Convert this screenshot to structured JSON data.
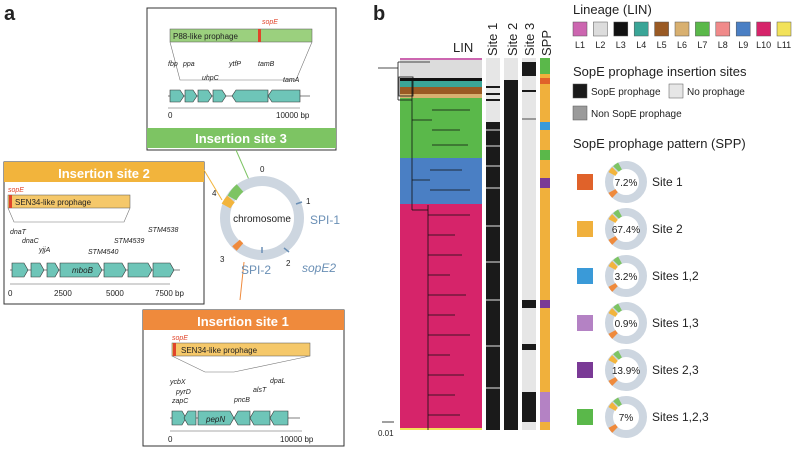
{
  "panel_a": {
    "label": "a",
    "site3": {
      "title": "Insertion site 3",
      "prophage": "P88-like prophage",
      "sopE": "sopE",
      "genes": [
        "fbp",
        "ppa",
        "uhpC",
        "ytfP",
        "tamB",
        "tamA"
      ],
      "scale": [
        "0",
        "10000 bp"
      ]
    },
    "site2": {
      "title": "Insertion site 2",
      "prophage": "SEN34-like prophage",
      "sopE": "sopE",
      "genes": [
        "dnaT",
        "dnaC",
        "yjjA",
        "STM4540",
        "STM4539",
        "STM4538"
      ],
      "gene_box": "mboB",
      "scale": [
        "0",
        "2500",
        "5000",
        "7500 bp"
      ]
    },
    "site1": {
      "title": "Insertion site 1",
      "prophage": "SEN34-like prophage",
      "sopE": "sopE",
      "genes": [
        "ycbX",
        "pyrD",
        "zapC",
        "pncB",
        "alsT",
        "dpaL"
      ],
      "gene_box": "pepN",
      "scale": [
        "0",
        "10000 bp"
      ]
    },
    "chromosome": {
      "label": "chromosome",
      "ticks": [
        "0",
        "1",
        "2",
        "3",
        "4"
      ],
      "spi1": "SPI-1",
      "spi2": "SPI-2",
      "sopE2": "sopE2"
    }
  },
  "panel_b": {
    "label": "b",
    "columns": [
      "LIN",
      "Site 1",
      "Site 2",
      "Site 3",
      "SPP"
    ],
    "scale_bar": "0.01",
    "lineage_title": "Lineage (LIN)",
    "lineages": [
      {
        "name": "L1",
        "color": "#cc66b0"
      },
      {
        "name": "L2",
        "color": "#dcdcdc"
      },
      {
        "name": "L3",
        "color": "#111111"
      },
      {
        "name": "L4",
        "color": "#3aa597"
      },
      {
        "name": "L5",
        "color": "#9a5a24"
      },
      {
        "name": "L6",
        "color": "#d8b070"
      },
      {
        "name": "L7",
        "color": "#5ab84a"
      },
      {
        "name": "L8",
        "color": "#f08a8a"
      },
      {
        "name": "L9",
        "color": "#4a7fc4"
      },
      {
        "name": "L10",
        "color": "#d6246a"
      },
      {
        "name": "L11",
        "color": "#f2e25a"
      }
    ],
    "insertion_title": "SopE prophage insertion sites",
    "insertion_legend": [
      {
        "label": "SopE prophage",
        "color": "#1a1a1a"
      },
      {
        "label": "No prophage",
        "color": "#e6e6e6"
      },
      {
        "label": "Non SopE prophage",
        "color": "#9a9a9a"
      }
    ],
    "spp_title": "SopE prophage pattern (SPP)",
    "spp": [
      {
        "color": "#e0622a",
        "pct": "7.2%",
        "value": 7.2,
        "label": "Site 1"
      },
      {
        "color": "#f0b03c",
        "pct": "67.4%",
        "value": 67.4,
        "label": "Site 2"
      },
      {
        "color": "#3a9ad8",
        "pct": "3.2%",
        "value": 3.2,
        "label": "Sites 1,2"
      },
      {
        "color": "#b482c4",
        "pct": "0.9%",
        "value": 0.9,
        "label": "Sites 1,3"
      },
      {
        "color": "#7a3a96",
        "pct": "13.9%",
        "value": 13.9,
        "label": "Sites 2,3"
      },
      {
        "color": "#5ab84a",
        "pct": "7%",
        "value": 7,
        "label": "Sites 1,2,3"
      }
    ]
  }
}
